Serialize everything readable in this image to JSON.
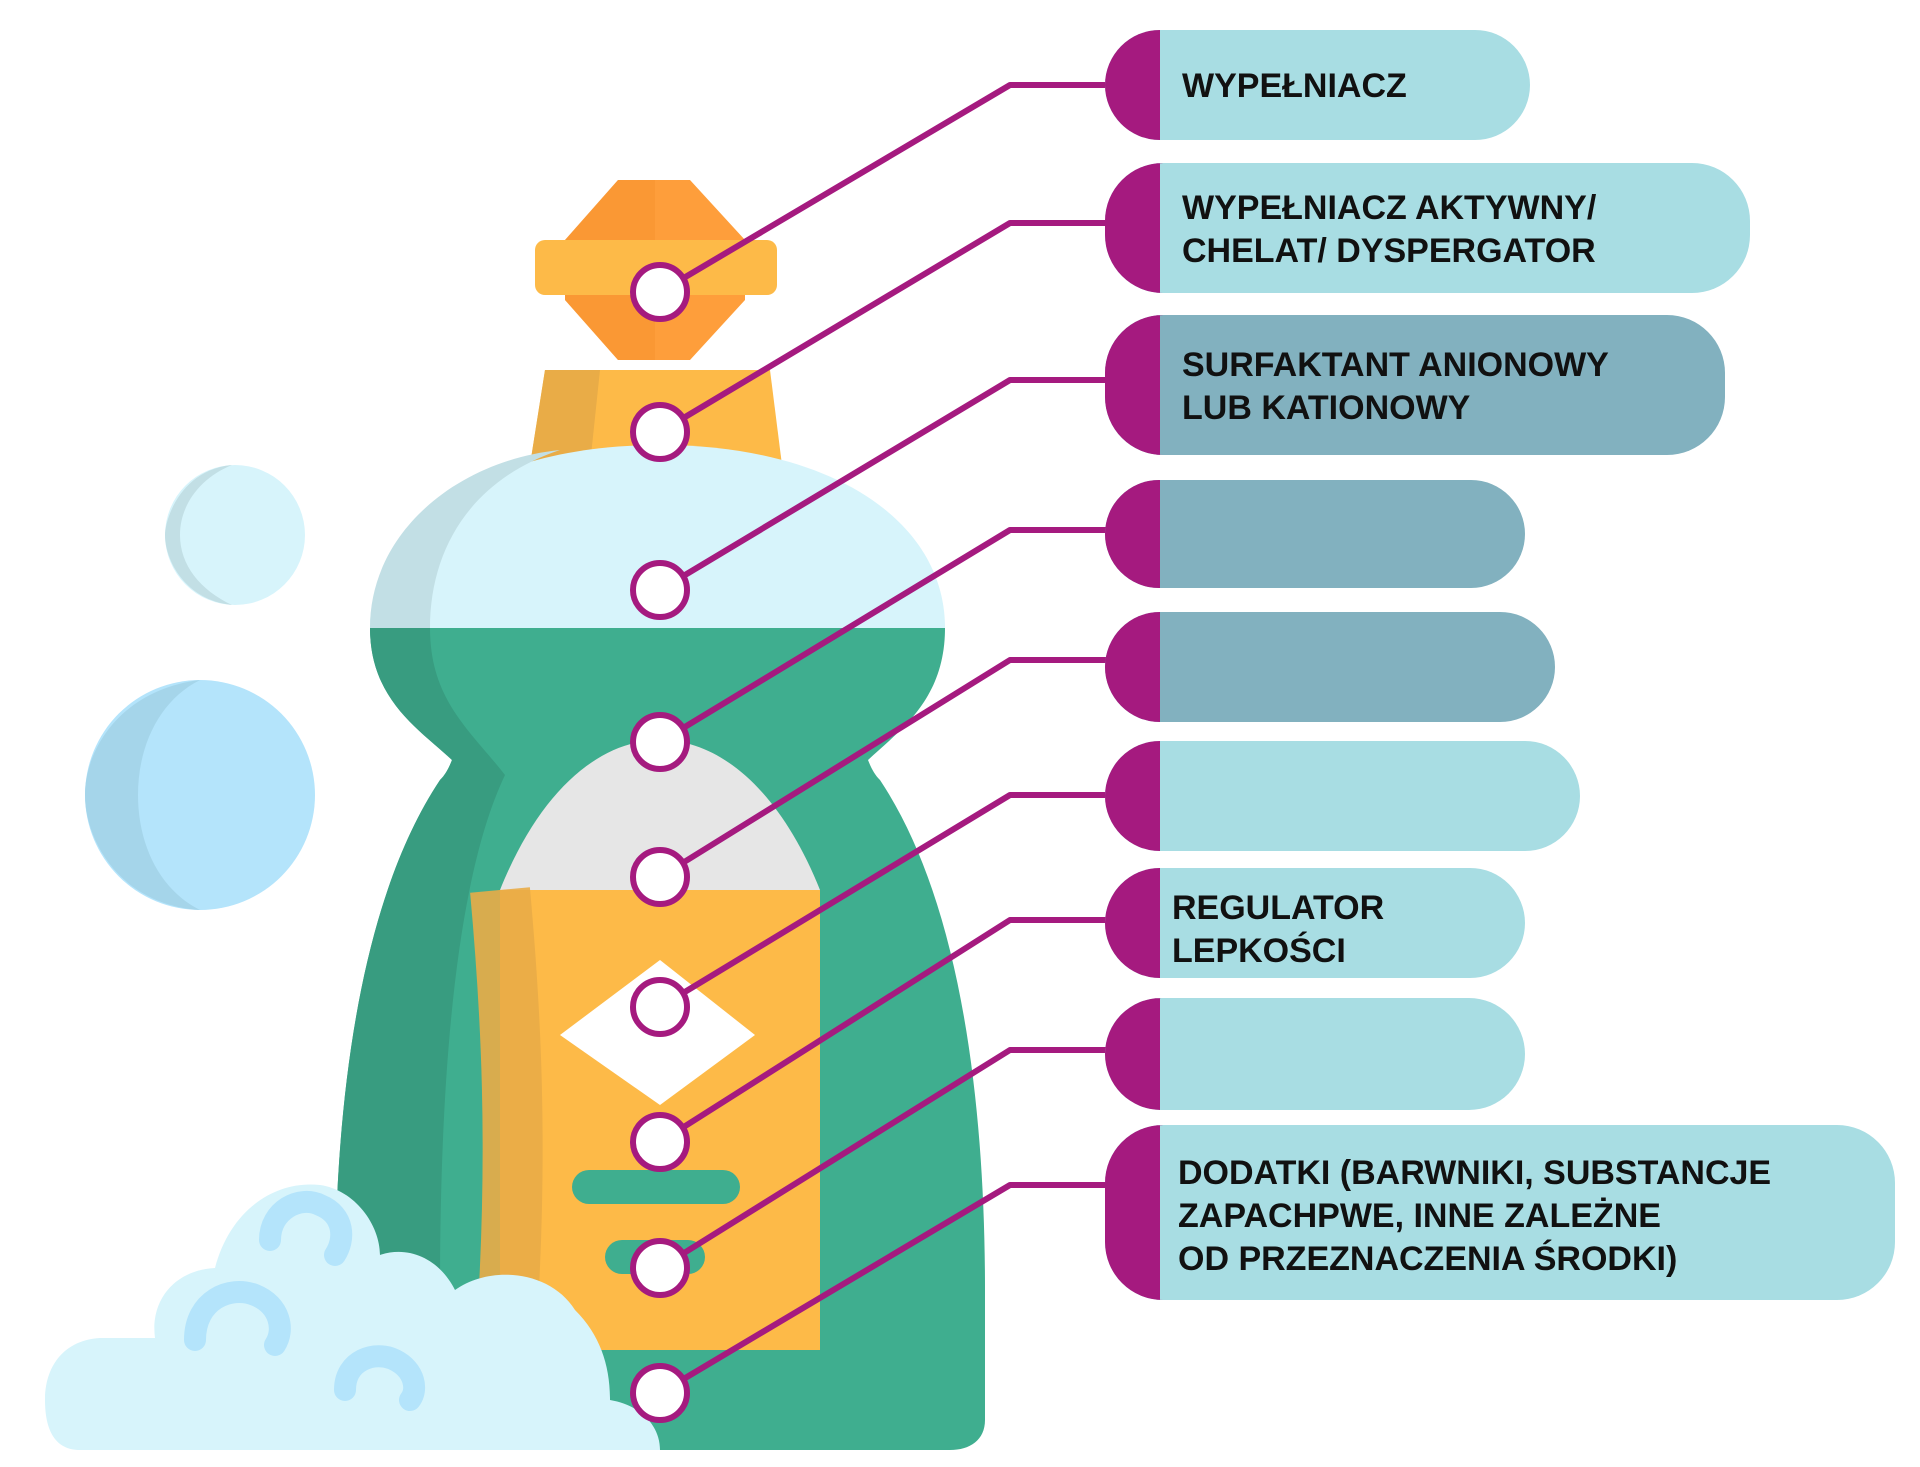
{
  "labels": [
    {
      "lines": [
        "WYPEŁNIACZ"
      ]
    },
    {
      "lines": [
        "WYPEŁNIACZ AKTYWNY/",
        "CHELAT/ DYSPERGATOR"
      ]
    },
    {
      "lines": [
        "SURFAKTANT ANIONOWY",
        "LUB KATIONOWY"
      ]
    },
    {
      "lines": []
    },
    {
      "lines": []
    },
    {
      "lines": []
    },
    {
      "lines": [
        "REGULATOR",
        "LEPKOŚCI"
      ]
    },
    {
      "lines": []
    },
    {
      "lines": [
        "DODATKI (BARWNIKI, SUBSTANCJE",
        "ZAPACHPWE, INNE ZALEŻNE",
        "OD PRZEZNACZENIA ŚRODKI)"
      ]
    }
  ],
  "colors": {
    "connector": "#A51A7F",
    "pill_light": "#A8DDE3",
    "pill_dark": "#82B1BF",
    "bottle_green": "#3FAE8F",
    "bottle_green_dark": "#389C80",
    "label_orange": "#FDBA48",
    "cap_orange": "#FE9E3B",
    "foam": "#D7F4FB",
    "bubble_blue": "#B4E4FB"
  },
  "icons": [
    "dish-soap-bottle-icon",
    "soap-bubble-icon",
    "foam-cloud-icon"
  ]
}
